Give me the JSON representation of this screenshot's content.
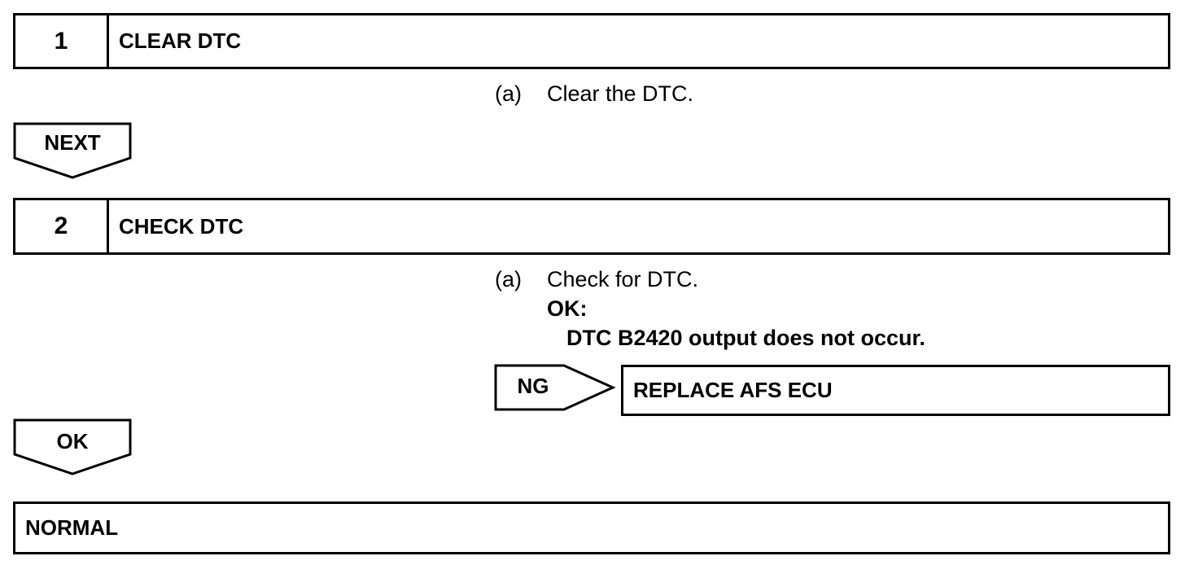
{
  "steps": [
    {
      "number": "1",
      "title": "CLEAR DTC",
      "instruction_label": "(a)",
      "instruction_text": "Clear the DTC."
    },
    {
      "number": "2",
      "title": "CHECK DTC",
      "instruction_label": "(a)",
      "instruction_text": "Check for DTC."
    }
  ],
  "check": {
    "ok_label": "OK:",
    "ok_condition": "DTC B2420 output does not occur."
  },
  "arrows": {
    "next_label": "NEXT",
    "ok_label": "OK",
    "ng_label": "NG"
  },
  "results": {
    "ng_result": "REPLACE AFS ECU",
    "final_result": "NORMAL"
  }
}
